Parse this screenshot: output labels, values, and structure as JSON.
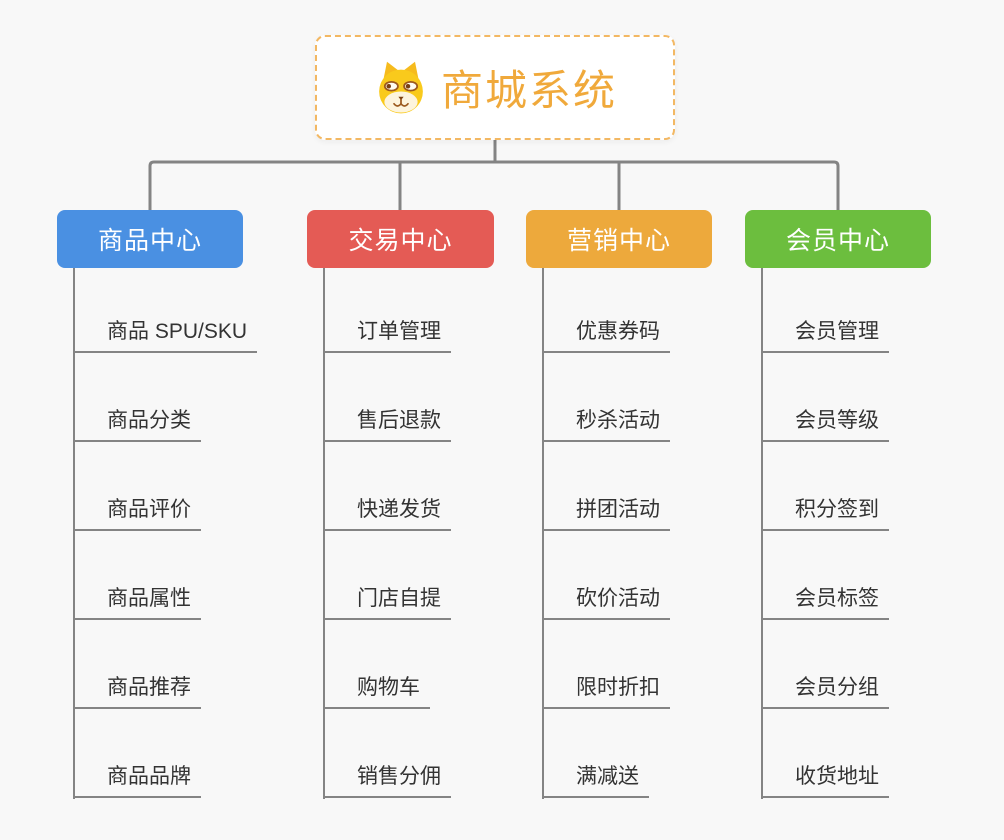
{
  "diagram": {
    "background_color": "#f8f8f8",
    "connector_color": "#848484",
    "root": {
      "label": "商城系统",
      "icon": "dog-face-icon",
      "text_color": "#f0a93b",
      "border_color": "#f3b863"
    },
    "branches": [
      {
        "label": "商品中心",
        "color": "#4a90e2",
        "children": [
          "商品 SPU/SKU",
          "商品分类",
          "商品评价",
          "商品属性",
          "商品推荐",
          "商品品牌"
        ]
      },
      {
        "label": "交易中心",
        "color": "#e45b55",
        "children": [
          "订单管理",
          "售后退款",
          "快递发货",
          "门店自提",
          "购物车",
          "销售分佣"
        ]
      },
      {
        "label": "营销中心",
        "color": "#eda93c",
        "children": [
          "优惠券码",
          "秒杀活动",
          "拼团活动",
          "砍价活动",
          "限时折扣",
          "满减送"
        ]
      },
      {
        "label": "会员中心",
        "color": "#6cbe3e",
        "children": [
          "会员管理",
          "会员等级",
          "积分签到",
          "会员标签",
          "会员分组",
          "收货地址"
        ]
      }
    ]
  }
}
